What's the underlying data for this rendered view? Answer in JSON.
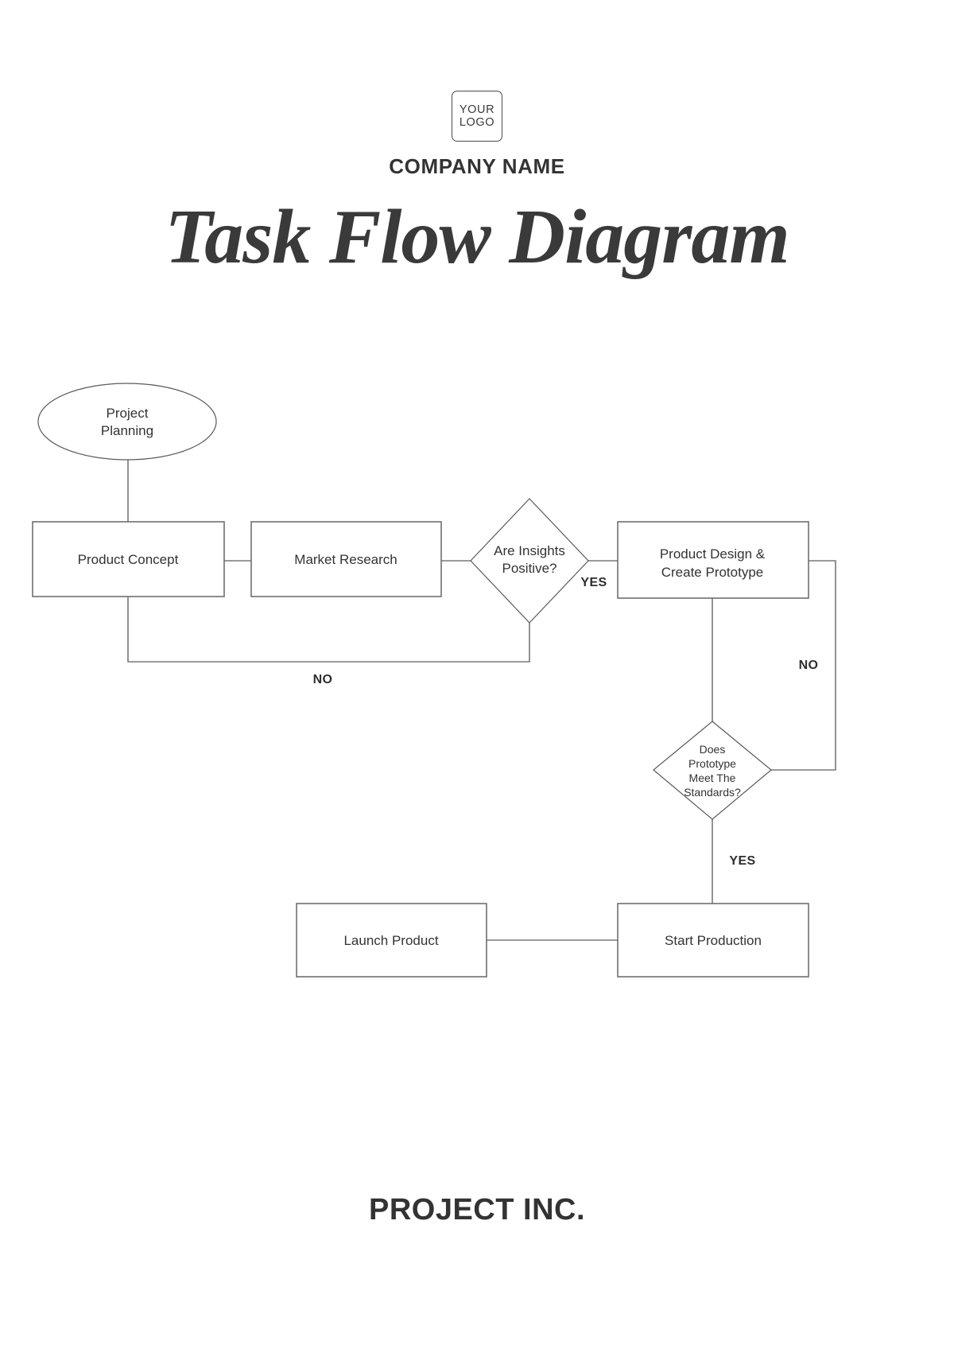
{
  "header": {
    "logo_line1": "YOUR",
    "logo_line2": "LOGO",
    "company_name": "COMPANY NAME",
    "title": "Task Flow Diagram"
  },
  "footer": {
    "text": "PROJECT INC."
  },
  "diagram": {
    "type": "flowchart",
    "nodes": {
      "project_planning": {
        "label_line1": "Project",
        "label_line2": "Planning",
        "shape": "ellipse"
      },
      "product_concept": {
        "label": "Product Concept",
        "shape": "rectangle"
      },
      "market_research": {
        "label": "Market Research",
        "shape": "rectangle"
      },
      "insights_decision": {
        "label_line1": "Are Insights",
        "label_line2": "Positive?",
        "shape": "diamond"
      },
      "product_design": {
        "label_line1": "Product Design &",
        "label_line2": "Create Prototype",
        "shape": "rectangle"
      },
      "prototype_decision": {
        "label_line1": "Does",
        "label_line2": "Prototype",
        "label_line3": "Meet The",
        "label_line4": "Standards?",
        "shape": "diamond"
      },
      "start_production": {
        "label": "Start Production",
        "shape": "rectangle"
      },
      "launch_product": {
        "label": "Launch Product",
        "shape": "rectangle"
      }
    },
    "branch_labels": {
      "insights_yes": "YES",
      "insights_no": "NO",
      "prototype_no": "NO",
      "prototype_yes": "YES"
    },
    "edges": [
      {
        "from": "project_planning",
        "to": "product_concept",
        "label": ""
      },
      {
        "from": "product_concept",
        "to": "market_research",
        "label": ""
      },
      {
        "from": "market_research",
        "to": "insights_decision",
        "label": ""
      },
      {
        "from": "insights_decision",
        "to": "product_design",
        "label": "YES"
      },
      {
        "from": "insights_decision",
        "to": "product_concept",
        "label": "NO"
      },
      {
        "from": "product_design",
        "to": "prototype_decision",
        "label": ""
      },
      {
        "from": "prototype_decision",
        "to": "product_design",
        "label": "NO"
      },
      {
        "from": "prototype_decision",
        "to": "start_production",
        "label": "YES"
      },
      {
        "from": "start_production",
        "to": "launch_product",
        "label": ""
      }
    ]
  },
  "colors": {
    "background": "#ffffff",
    "ink": "#333333",
    "stroke": "#6f6f6f",
    "connector": "#787878"
  }
}
